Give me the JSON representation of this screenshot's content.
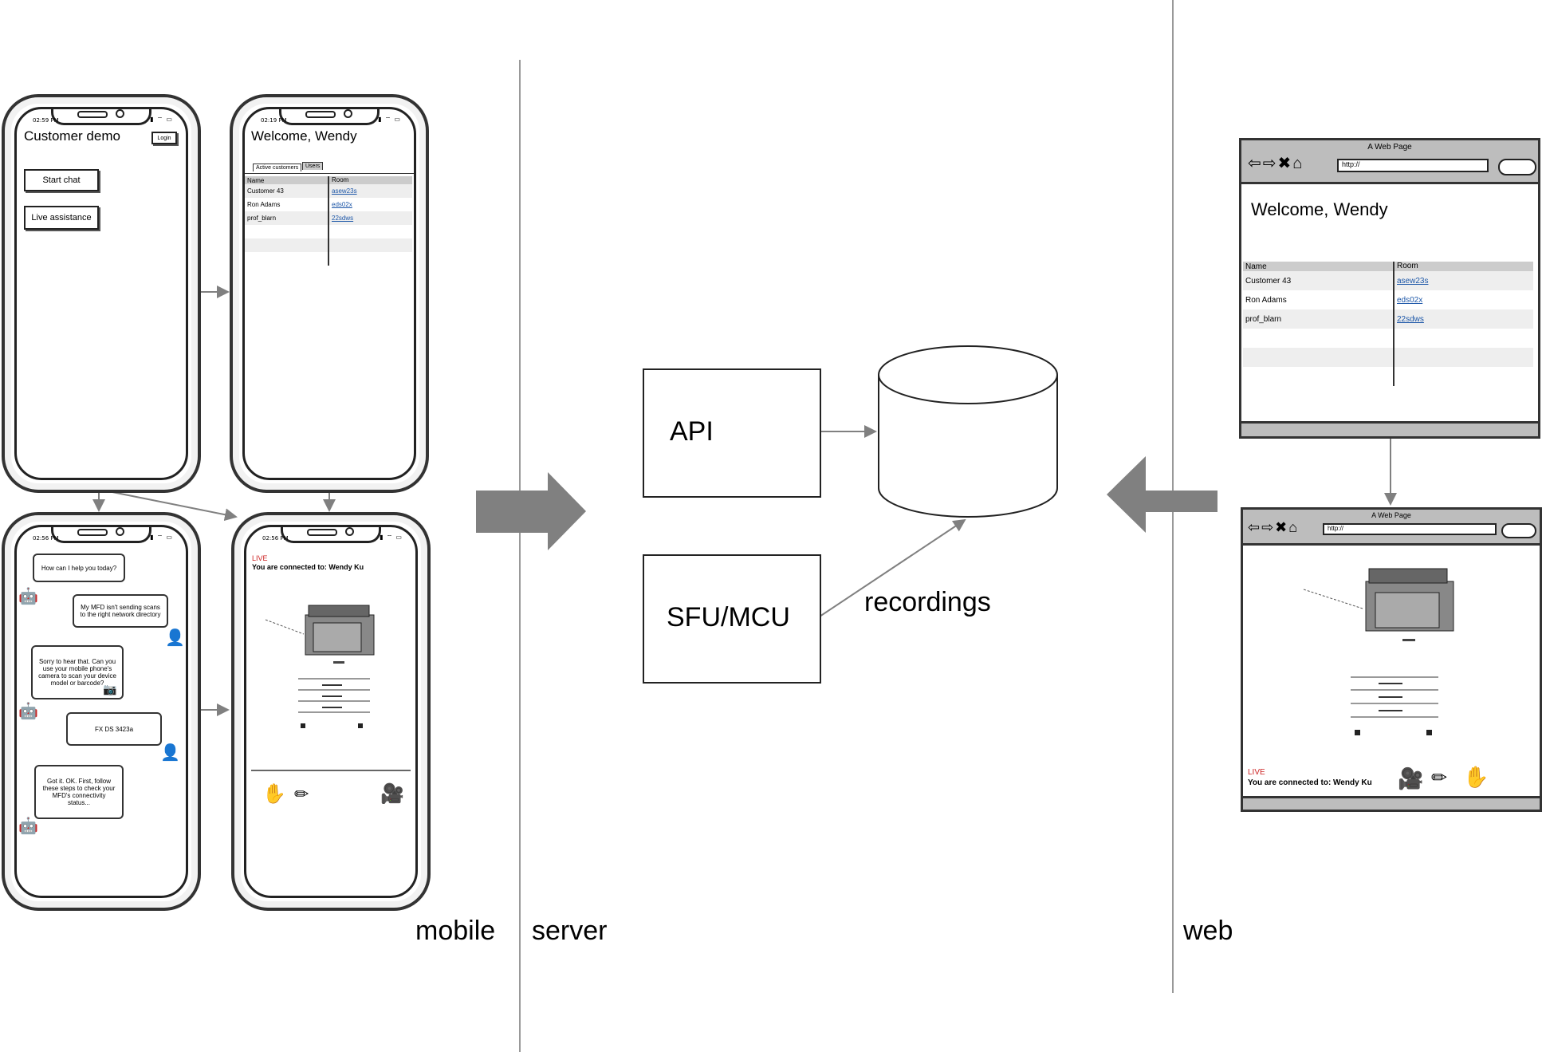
{
  "sections": {
    "mobile": "mobile",
    "server": "server",
    "web": "web"
  },
  "phone1": {
    "time": "02:59 PM",
    "title": "Customer demo",
    "login": "Login",
    "start_chat": "Start chat",
    "live_assistance": "Live assistance"
  },
  "phone2": {
    "time": "02:19 PM",
    "title": "Welcome, Wendy",
    "tabs": [
      "Active customers",
      "Users"
    ],
    "columns": [
      "Name",
      "Room"
    ],
    "rows": [
      {
        "name": "Customer 43",
        "room": "asew23s"
      },
      {
        "name": "Ron Adams",
        "room": "eds02x"
      },
      {
        "name": "prof_blarn",
        "room": "22sdws"
      }
    ]
  },
  "phone3": {
    "time": "02:56 PM",
    "messages": [
      "How can I help you today?",
      "My MFD isn't sending scans to the right network directory",
      "Sorry to hear that. Can you use your mobile phone's camera to scan your device model or barcode?",
      "FX DS 3423a",
      "Got it. OK. First, follow these steps to check your MFD's connectivity status..."
    ]
  },
  "phone4": {
    "time": "02:56 PM",
    "live": "LIVE",
    "connected": "You are connected to: Wendy Ku"
  },
  "server": {
    "api": "API",
    "sfu": "SFU/MCU",
    "recordings": "recordings"
  },
  "browser1": {
    "title": "A Web Page",
    "url": "http://",
    "heading": "Welcome, Wendy",
    "columns": [
      "Name",
      "Room"
    ],
    "rows": [
      {
        "name": "Customer 43",
        "room": "asew23s"
      },
      {
        "name": "Ron Adams",
        "room": "eds02x"
      },
      {
        "name": "prof_blarn",
        "room": "22sdws"
      }
    ]
  },
  "browser2": {
    "title": "A Web Page",
    "url": "http://",
    "live": "LIVE",
    "connected": "You are connected to: Wendy Ku"
  },
  "icons": {
    "robot": "android-icon",
    "user": "user-icon",
    "camera": "camera-icon",
    "hand": "hand-icon",
    "pencil": "pencil-icon",
    "video": "video-camera-icon",
    "database": "database-icon"
  },
  "colors": {
    "live": "#cc2222",
    "link": "#1d57a8",
    "arrow": "#808080"
  }
}
